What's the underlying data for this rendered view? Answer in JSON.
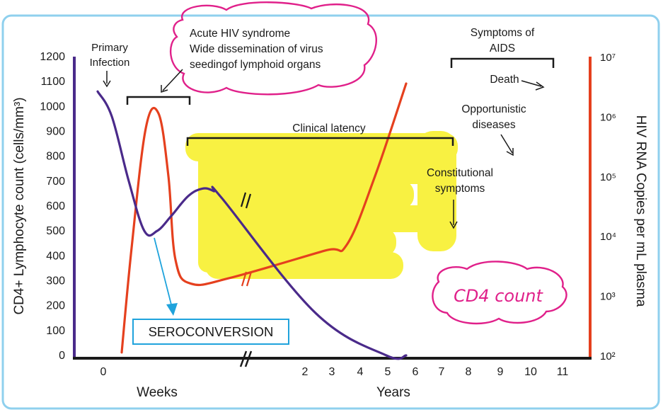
{
  "chart_data": {
    "type": "line",
    "left_axis": {
      "label": "CD4+ Lymphocyte count (cells/mm³)",
      "ticks": [
        0,
        100,
        200,
        300,
        400,
        500,
        600,
        700,
        800,
        900,
        1000,
        1100,
        1200
      ],
      "ylim": [
        0,
        1200
      ],
      "color": "#4a2a8a"
    },
    "right_axis": {
      "label": "HIV RNA Copies per mL plasma",
      "ticks": [
        "10²",
        "10³",
        "10⁴",
        "10⁵",
        "10⁶",
        "10⁷"
      ],
      "log_range": [
        2,
        7
      ],
      "color": "#e5401e"
    },
    "x_axis": {
      "weeks_label": "Weeks",
      "years_label": "Years",
      "weeks_ticks": [
        "0"
      ],
      "years_ticks": [
        "2",
        "3",
        "4",
        "5",
        "6",
        "7",
        "8",
        "9",
        "10",
        "11"
      ],
      "break": true
    },
    "series": [
      {
        "key": "cd4",
        "color": "#4a2a8a",
        "axis": "left",
        "points": [
          {
            "x": -0.2,
            "y": 1060
          },
          {
            "x": 0.3,
            "y": 960
          },
          {
            "x": 0.9,
            "y": 700
          },
          {
            "x": 1.45,
            "y": 500
          },
          {
            "x": 1.9,
            "y": 500
          },
          {
            "x": 2.4,
            "y": 560
          },
          {
            "x": 3.0,
            "y": 640
          },
          {
            "x": 3.5,
            "y": 670
          },
          {
            "x": 3.9,
            "y": 660
          },
          {
            "x": 4.2,
            "y": 630
          },
          {
            "x": 7.5,
            "y": 170
          },
          {
            "x": 10.0,
            "y": 0
          },
          {
            "x": 10.7,
            "y": 0
          }
        ]
      },
      {
        "key": "rna",
        "color": "#e5401e",
        "axis": "right",
        "points": [
          {
            "x": 0.65,
            "y": 2.05
          },
          {
            "x": 1.0,
            "y": 3.8
          },
          {
            "x": 1.5,
            "y": 5.8
          },
          {
            "x": 1.95,
            "y": 6.05
          },
          {
            "x": 2.3,
            "y": 5.0
          },
          {
            "x": 2.55,
            "y": 3.6
          },
          {
            "x": 3.1,
            "y": 3.2
          },
          {
            "x": 4.5,
            "y": 3.3
          },
          {
            "x": 7.8,
            "y": 3.75
          },
          {
            "x": 8.6,
            "y": 3.85
          },
          {
            "x": 9.6,
            "y": 5.0
          },
          {
            "x": 10.7,
            "y": 6.55
          }
        ]
      }
    ],
    "annotations": {
      "primary_infection": [
        "Primary",
        "Infection"
      ],
      "acute_syndrome": [
        "Acute HIV syndrome",
        "Wide dissemination of virus",
        "seedingof lymphoid organs"
      ],
      "clinical_latency": "Clinical latency",
      "constitutional_symptoms": [
        "Constitutional",
        "symptoms"
      ],
      "opportunistic_diseases": [
        "Opportunistic",
        "diseases"
      ],
      "symptoms_of_aids": [
        "Symptoms of",
        "AIDS"
      ],
      "death": "Death",
      "seroconversion": "SEROCONVERSION",
      "cd4_count_note": "CD4 count"
    }
  }
}
